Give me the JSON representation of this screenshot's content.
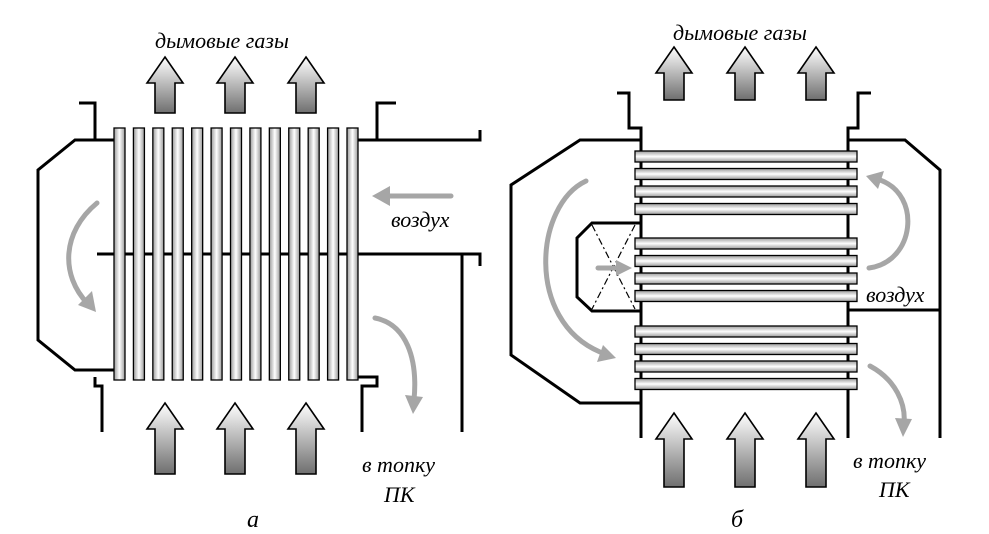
{
  "diagram_a": {
    "caption": "а",
    "top_label": "дымовые газы",
    "air_label": "воздух",
    "outlet_line1": "в топку",
    "outlet_line2": "ПК",
    "tube_count": 13,
    "flue_gas_arrows": 3
  },
  "diagram_b": {
    "caption": "б",
    "top_label": "дымовые газы",
    "air_label": "воздух",
    "outlet_line1": "в топку",
    "outlet_line2": "ПК",
    "tube_group_size": 4,
    "tube_groups": 3,
    "flue_gas_arrows": 3
  },
  "colors": {
    "wall": "#000000",
    "air_flow": "#a6a6a6",
    "tube_light": "#ffffff",
    "tube_dark": "#9a9a9a",
    "gas_arrow_light": "#ffffff",
    "gas_arrow_dark": "#6f6f6f"
  }
}
